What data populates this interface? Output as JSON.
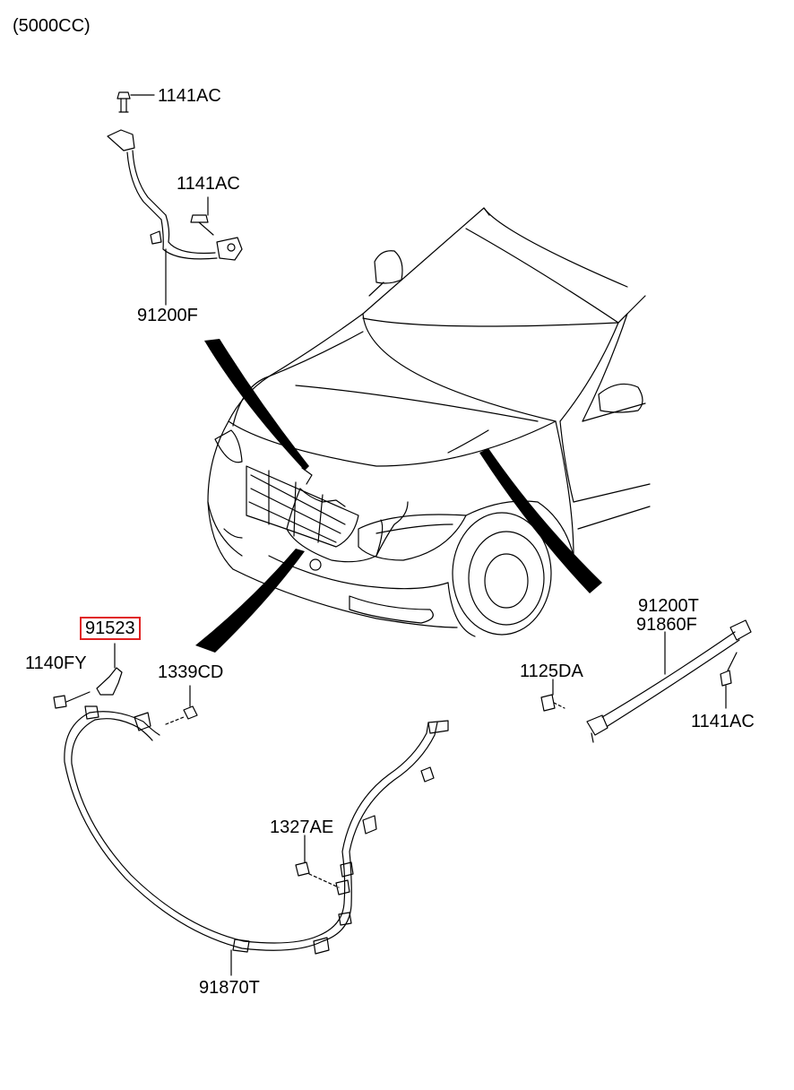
{
  "header": {
    "engine_variant": "(5000CC)"
  },
  "part_labels": {
    "p_1141ac_top": "1141AC",
    "p_1141ac_mid": "1141AC",
    "p_91200f": "91200F",
    "p_91523": "91523",
    "p_1140fy": "1140FY",
    "p_1339cd": "1339CD",
    "p_91200t": "91200T",
    "p_91860f": "91860F",
    "p_1125da": "1125DA",
    "p_1141ac_right": "1141AC",
    "p_1327ae": "1327AE",
    "p_91870t": "91870T"
  },
  "colors": {
    "line": "#000000",
    "highlight_box": "#e02020",
    "background": "#ffffff"
  }
}
